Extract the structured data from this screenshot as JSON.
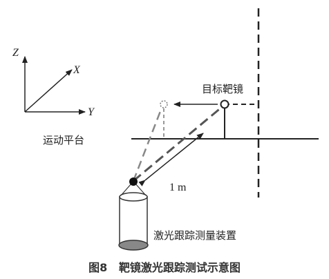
{
  "axes": {
    "z": "Z",
    "x": "X",
    "y": "Y"
  },
  "labels": {
    "platform": "运动平台",
    "target": "目标靶镜",
    "distance": "1 m",
    "tracker": "激光跟踪测量装置"
  },
  "caption": "图8   靶镜激光跟踪测试示意图"
}
